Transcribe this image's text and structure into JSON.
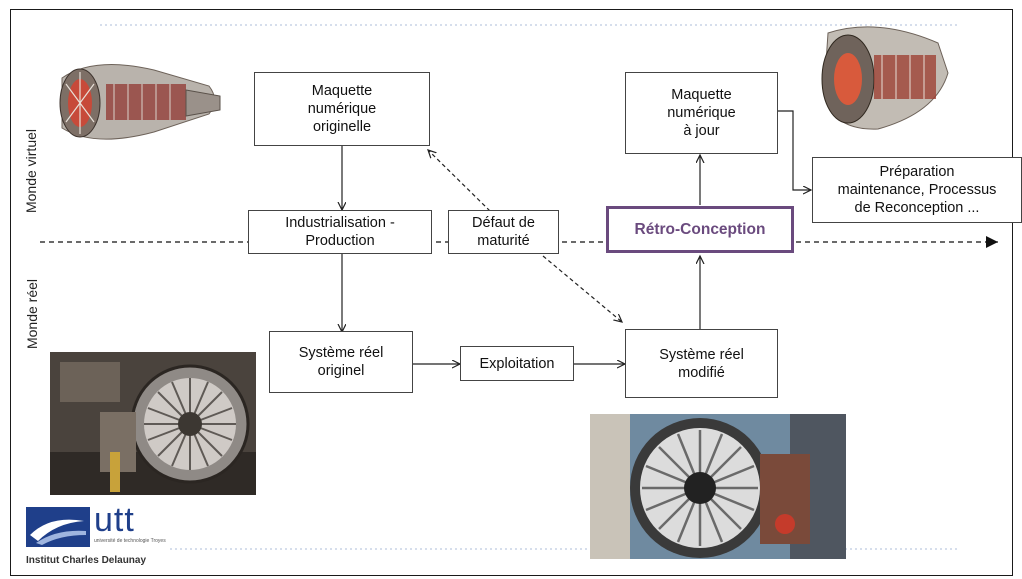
{
  "labels": {
    "virtual_world": "Monde virtuel",
    "real_world": "Monde réel"
  },
  "nodes": {
    "maquette_originelle": "Maquette\nnumérique\noriginelle",
    "maquette_a_jour": "Maquette\nnumérique\nà jour",
    "preparation": "Préparation\nmaintenance, Processus\nde Reconception ...",
    "industrialisation": "Industrialisation -\nProduction",
    "defaut_maturite": "Défaut de\nmaturité",
    "retro_conception": "Rétro-Conception",
    "systeme_originel": "Système réel\noriginel",
    "exploitation": "Exploitation",
    "systeme_modifie": "Système réel\nmodifié"
  },
  "logo": {
    "brand": "utt",
    "tagline": "université de technologie Troyes",
    "institute": "Institut Charles Delaunay"
  },
  "colors": {
    "accent": "#6a4a7e",
    "logo_blue": "#1f3f8a",
    "arrow": "#222222"
  }
}
